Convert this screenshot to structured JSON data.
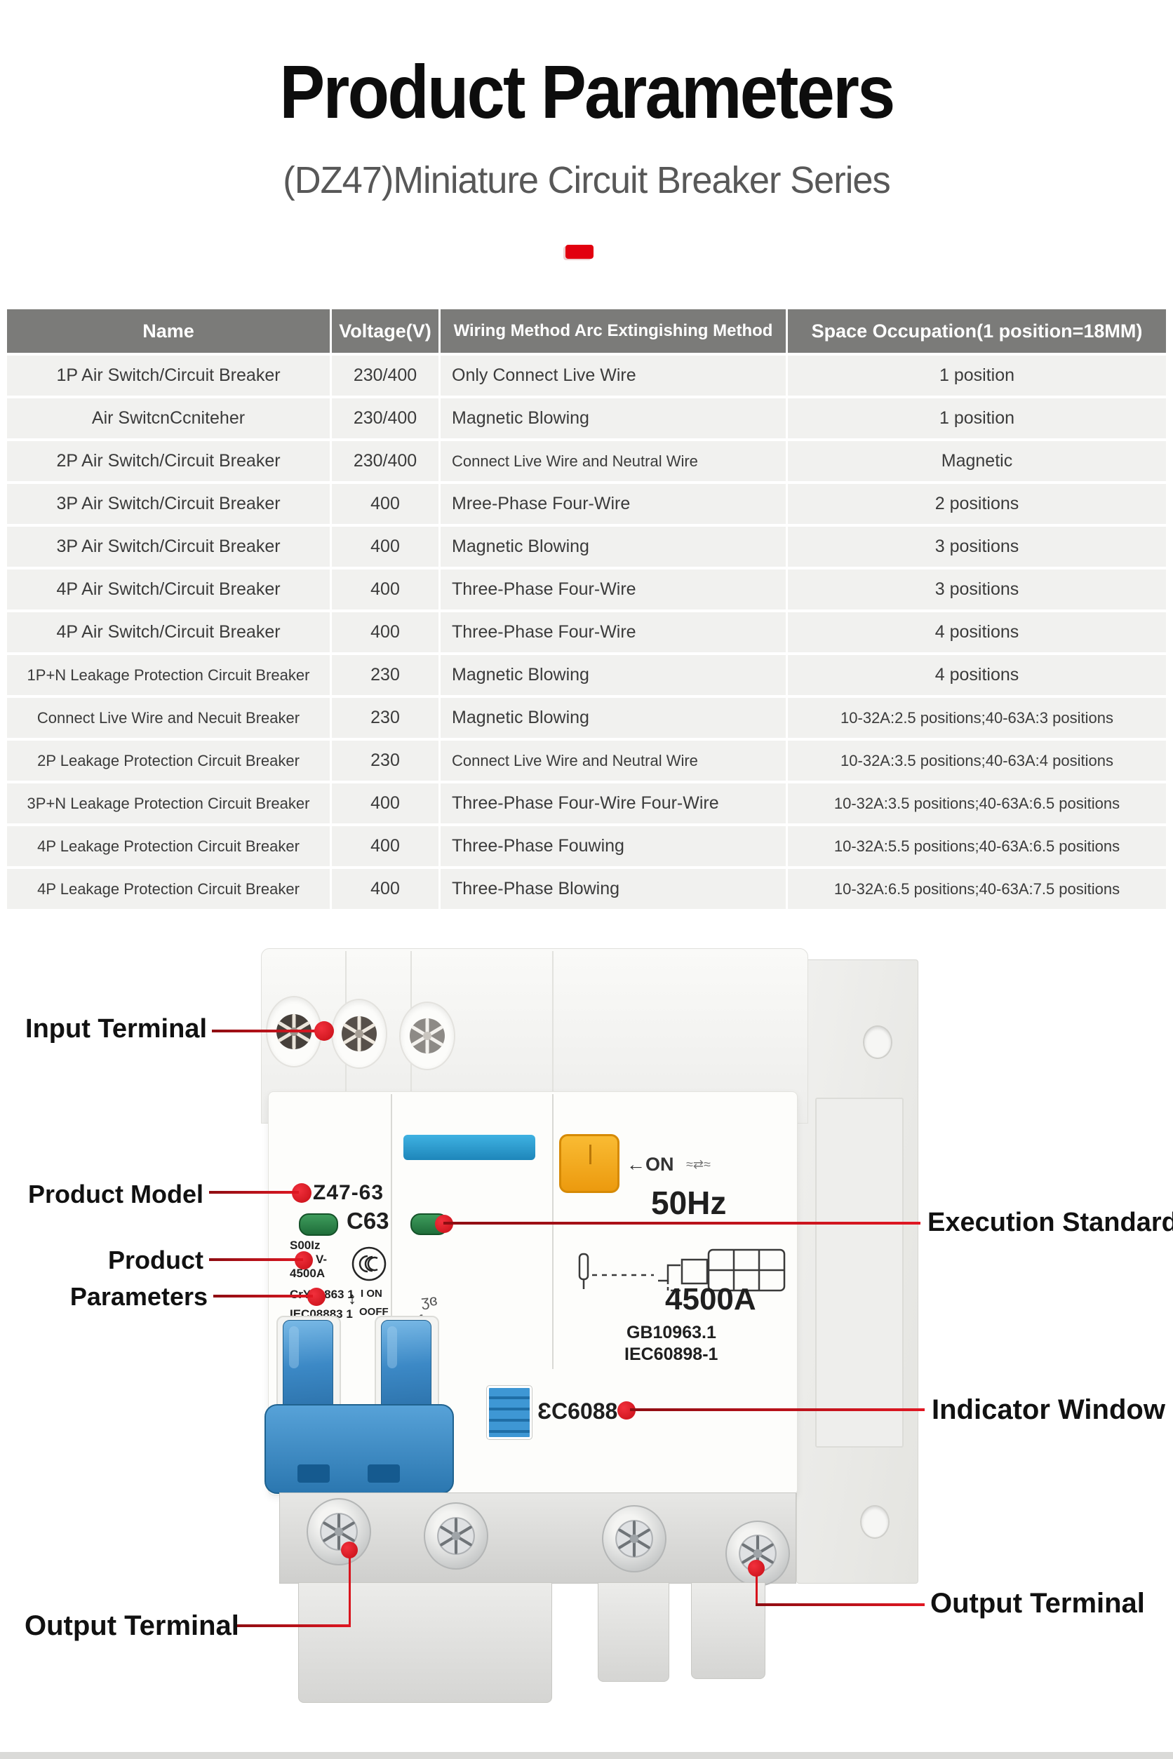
{
  "header": {
    "title": "Product Parameters",
    "subtitle": "(DZ47)Miniature Circuit Breaker Series"
  },
  "table": {
    "headers": [
      "Name",
      "Voltage(V)",
      "Wiring Method Arc Extingishing Method",
      "Space Occupation(1 position=18MM)"
    ],
    "rows": [
      [
        "1P Air Switch/Circuit Breaker",
        "230/400",
        "Only Connect Live Wire",
        "1 position"
      ],
      [
        "Air SwitcnCcniteher",
        "230/400",
        "Magnetic Blowing",
        "1 position"
      ],
      [
        "2P Air Switch/Circuit Breaker",
        "230/400",
        "Connect Live Wire and Neutral Wire",
        "Magnetic"
      ],
      [
        "3P Air Switch/Circuit Breaker",
        "400",
        "Mree-Phase Four-Wire",
        "2 positions"
      ],
      [
        "3P Air Switch/Circuit Breaker",
        "400",
        "Magnetic Blowing",
        "3 positions"
      ],
      [
        "4P Air Switch/Circuit Breaker",
        "400",
        "Three-Phase Four-Wire",
        "3 positions"
      ],
      [
        "4P Air Switch/Circuit Breaker",
        "400",
        "Three-Phase Four-Wire",
        "4 positions"
      ],
      [
        "1P+N Leakage Protection Circuit Breaker",
        "230",
        "Magnetic Blowing",
        "4 positions"
      ],
      [
        "Connect Live Wire and Necuit Breaker",
        "230",
        "Magnetic Blowing",
        "10-32A:2.5 positions;40-63A:3 positions"
      ],
      [
        "2P Leakage Protection Circuit Breaker",
        "230",
        "Connect Live Wire and Neutral Wire",
        "10-32A:3.5 positions;40-63A:4 positions"
      ],
      [
        "3P+N Leakage Protection Circuit Breaker",
        "400",
        "Three-Phase Four-Wire Four-Wire",
        "10-32A:3.5 positions;40-63A:6.5 positions"
      ],
      [
        "4P Leakage Protection Circuit Breaker",
        "400",
        "Three-Phase Fouwing",
        "10-32A:5.5 positions;40-63A:6.5 positions"
      ],
      [
        "4P Leakage Protection Circuit Breaker",
        "400",
        "Three-Phase Blowing",
        "10-32A:6.5 positions;40-63A:7.5 positions"
      ]
    ]
  },
  "device": {
    "pole1": {
      "model": "Z47-63",
      "rating": "C63",
      "line1": "S00Iz",
      "line2": "V-",
      "line3": "4500A",
      "line4": "CrY10863 1",
      "line5": "IEC08883 1",
      "arrow": "↕",
      "on": "I ON",
      "off": "OOFF"
    },
    "pole2": {
      "glyphs1": "ʒɞ",
      "glyphs2": "ʃʑ"
    },
    "rcd": {
      "on_label": "←ON",
      "on_scribble": "≈⇄≈",
      "frequency": "50Hz",
      "breaking_capacity": "4500A",
      "standard1": "GB10963.1",
      "standard2": "IEC60898-1",
      "window_code": "ƐC6088"
    }
  },
  "callouts": {
    "input_terminal": "Input Terminal",
    "product_model": "Product Model",
    "product": "Product",
    "parameters": "Parameters",
    "execution_standard": "Execution Standard",
    "indicator_window": "Indicator Window",
    "output_terminal_left": "Output Terminal",
    "output_terminal_right": "Output Terminal"
  },
  "colors": {
    "accent_red": "#d8141d",
    "table_header_bg": "#7b7b79",
    "table_row_bg": "#f1f1ef",
    "handle_blue": "#3a87c4",
    "strip_blue": "#2ba3dc",
    "button_orange": "#f2a31f",
    "indicator_green": "#2b8549"
  }
}
